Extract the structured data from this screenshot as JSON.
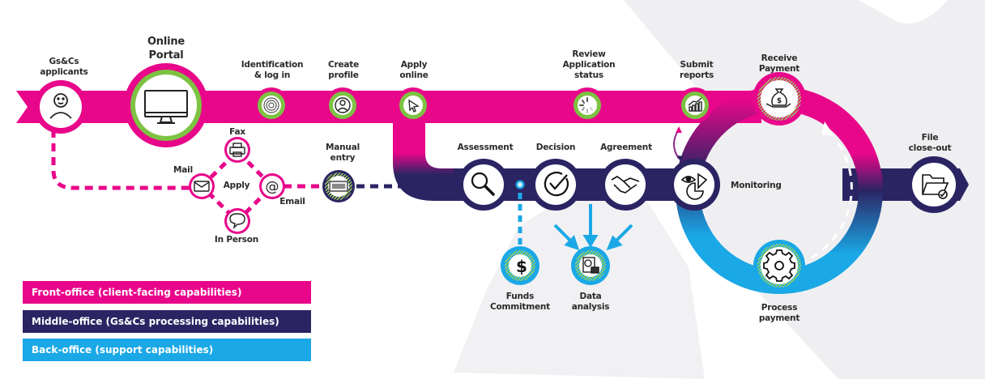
{
  "colors": {
    "front": "#e8068a",
    "middle": "#2b2463",
    "back": "#1ba8e6",
    "accent_green": "#7dc242",
    "background_shape": "#efeff2"
  },
  "front_office": {
    "applicant": {
      "label": "Gs&Cs\napplicants",
      "icon": "person-icon"
    },
    "portal": {
      "label": "Online\nPortal",
      "icon": "monitor-icon"
    },
    "steps": [
      {
        "label": "Identification\n& log in",
        "icon": "fingerprint-icon"
      },
      {
        "label": "Create\nprofile",
        "icon": "user-profile-icon"
      },
      {
        "label": "Apply\nonline",
        "icon": "cursor-icon"
      },
      {
        "label": "Review\nApplication\nstatus",
        "icon": "loading-spinner-icon"
      },
      {
        "label": "Submit\nreports",
        "icon": "bar-chart-icon"
      },
      {
        "label": "Receive\nPayment",
        "icon": "money-bag-hand-icon"
      }
    ]
  },
  "apply_channels": {
    "center_label": "Apply",
    "channels": [
      {
        "label": "Fax",
        "icon": "printer-icon"
      },
      {
        "label": "Mail",
        "icon": "envelope-icon"
      },
      {
        "label": "Email",
        "icon": "at-sign-icon"
      },
      {
        "label": "In Person",
        "icon": "speech-bubble-icon"
      }
    ],
    "manual_entry": {
      "label": "Manual\nentry",
      "icon": "keyboard-icon"
    }
  },
  "middle_office": {
    "steps": [
      {
        "label": "Assessment",
        "icon": "magnifier-icon"
      },
      {
        "label": "Decision",
        "icon": "check-circle-icon"
      },
      {
        "label": "Agreement",
        "icon": "handshake-icon"
      },
      {
        "label": "Monitoring",
        "icon": "eye-pie-chart-icon"
      },
      {
        "label": "File\nclose-out",
        "icon": "folder-check-icon"
      }
    ]
  },
  "back_office": {
    "steps": [
      {
        "label": "Funds\nCommitment",
        "icon": "dollar-lock-icon"
      },
      {
        "label": "Data\nanalysis",
        "icon": "report-chart-icon"
      },
      {
        "label": "Process\npayment",
        "icon": "gear-icon"
      }
    ]
  },
  "legend": [
    {
      "label": "Front-office (client-facing capabilities)",
      "color": "#e8068a"
    },
    {
      "label": "Middle-office (Gs&Cs processing capabilities)",
      "color": "#2b2463"
    },
    {
      "label": "Back-office (support capabilities)",
      "color": "#1ba8e6"
    }
  ]
}
